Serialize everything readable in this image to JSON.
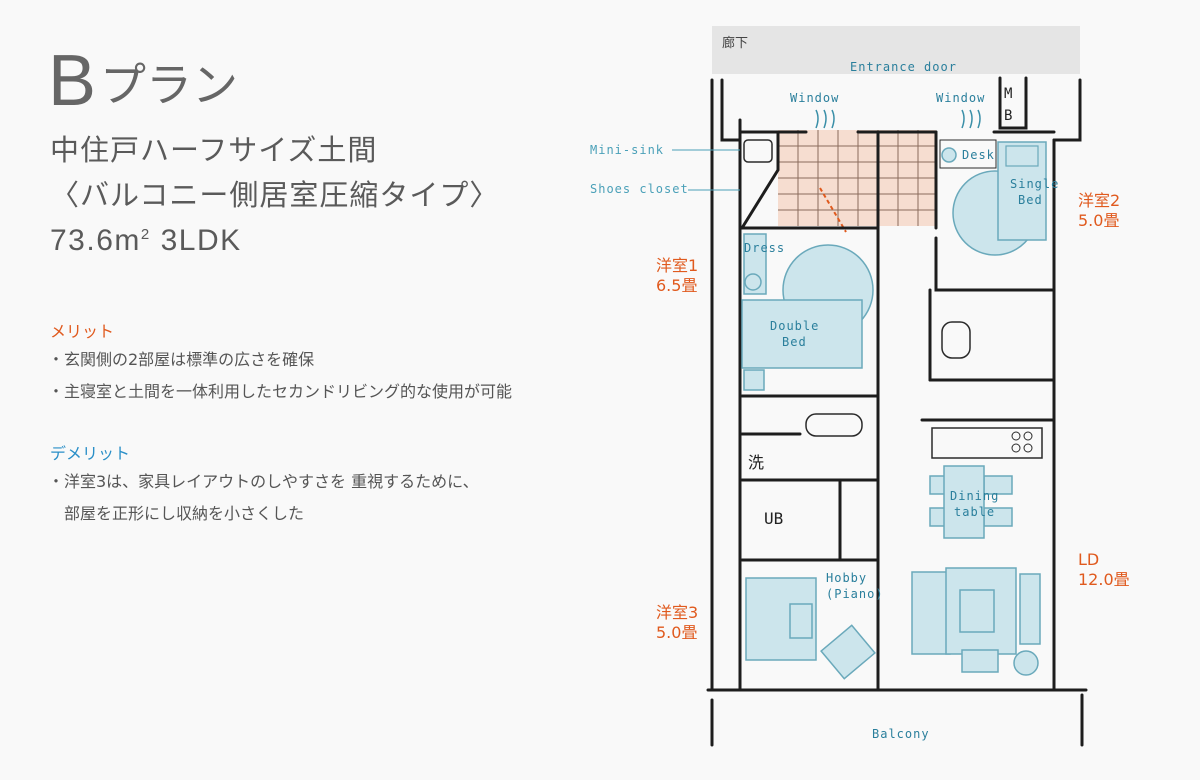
{
  "header": {
    "plan_letter": "B",
    "plan_word": "プラン",
    "subtitle1": "中住戸ハーフサイズ土間",
    "subtitle2": "〈バルコニー側居室圧縮タイプ〉",
    "area_value": "73.6m",
    "area_sup": "2",
    "layout_type": "3LDK"
  },
  "merit": {
    "heading": "メリット",
    "items": [
      "・玄関側の2部屋は標準の広さを確保",
      "・主寝室と土間を一体利用したセカンドリビング的な使用が可能"
    ]
  },
  "demerit": {
    "heading": "デメリット",
    "items": [
      "・洋室3は、家具レイアウトのしやすさを 重視するために、",
      "　部屋を正形にし収納を小さくした"
    ]
  },
  "rooms": {
    "room1": {
      "name": "洋室1",
      "size": "6.5畳"
    },
    "room2": {
      "name": "洋室2",
      "size": "5.0畳"
    },
    "room3": {
      "name": "洋室3",
      "size": "5.0畳"
    },
    "ld": {
      "name": "LD",
      "size": "12.0畳"
    }
  },
  "plan_labels": {
    "corridor": "廊下",
    "entrance": "Entrance door",
    "window_left": "Window",
    "window_right": "Window",
    "mb": "M\nB",
    "mini_sink": "Mini-sink",
    "shoes_closet": "Shoes closet",
    "desk": "Desk",
    "single_bed": "Single Bed",
    "dresser": "Dresser",
    "double_bed": "Double Bed",
    "wash": "洗",
    "ub": "UB",
    "dining_table": "Dining table",
    "hobby": "Hobby",
    "piano": "(Piano)",
    "balcony": "Balcony"
  },
  "colors": {
    "accent_orange": "#e05a1e",
    "accent_blue": "#2a8fc8",
    "furniture_fill": "#cce5ec",
    "genkan_fill": "#f6ddd0"
  }
}
